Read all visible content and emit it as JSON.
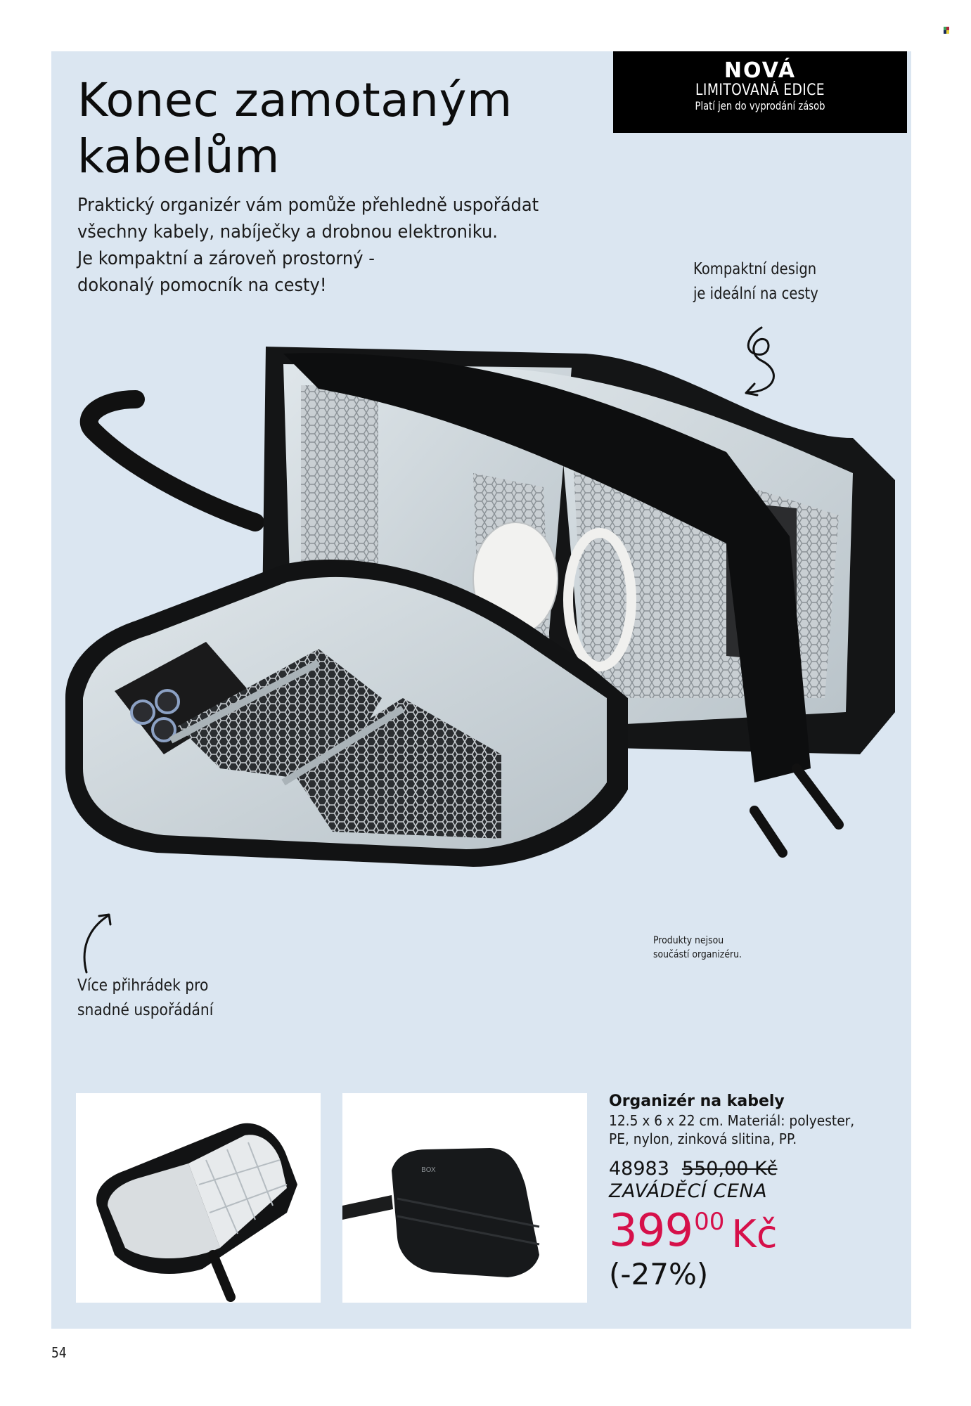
{
  "badge": {
    "line1": "NOVÁ",
    "line2": "LIMITOVANÁ EDICE",
    "line3": "Platí jen do vyprodání zásob"
  },
  "header": {
    "title_line1": "Konec zamotaným",
    "title_line2": "kabelům"
  },
  "description": {
    "lines": [
      "Praktický organizér vám pomůže přehledně uspořádat",
      "všechny kabely, nabíječky a drobnou elektroniku.",
      "Je kompaktní a zároveň prostorný -",
      "dokonalý pomocník na cesty!"
    ]
  },
  "callouts": {
    "top_right": [
      "Kompaktní design",
      "je ideální na cesty"
    ],
    "left": [
      "Více přihrádek pro",
      "snadné uspořádání"
    ],
    "disclaimer": [
      "Produkty nejsou",
      "součástí organizéru."
    ]
  },
  "product": {
    "name": "Organizér na kabely",
    "spec_line1": "12.5 x 6 x 22 cm. Materiál: polyester,",
    "spec_line2": "PE, nylon, zinková slitina, PP.",
    "code": "48983",
    "old_price": "550,00 Kč",
    "intro_label": "ZAVÁDĚCÍ CENA",
    "price_main": "399",
    "price_cents": "00",
    "currency": "Kč",
    "discount": "(-27%)",
    "price_color": "#d6104a"
  },
  "images": {
    "hero": "open-cable-organizer-hero",
    "thumb1": "organizer-open-view",
    "thumb2": "organizer-closed-view"
  },
  "page": {
    "number": "54"
  },
  "colors": {
    "panel_bg": "#dbe6f1",
    "badge_bg": "#000000",
    "accent": "#d6104a"
  }
}
